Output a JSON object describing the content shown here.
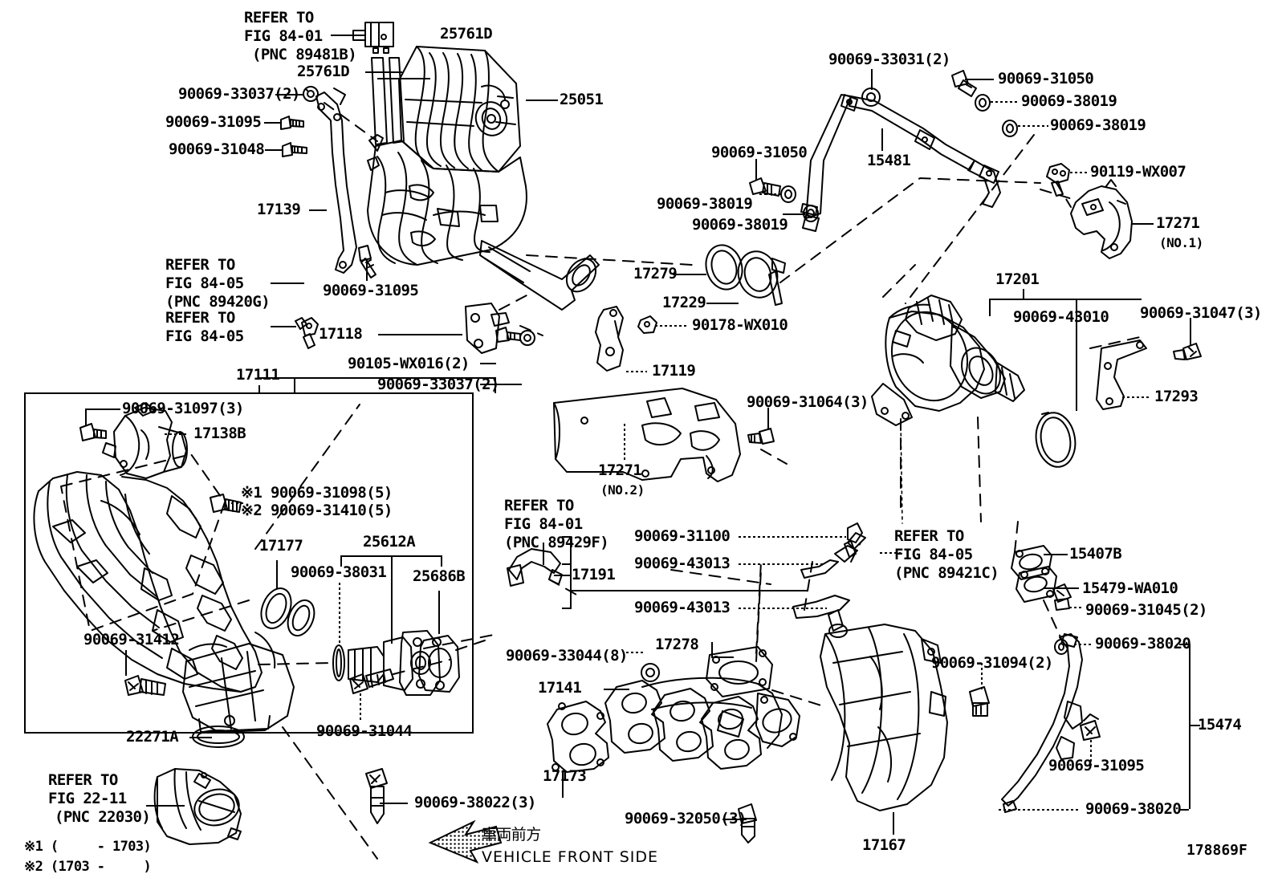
{
  "diagram": {
    "figure_number": "178869F",
    "front_arrow_jp": "車両前方",
    "front_arrow_en": "VEHICLE FRONT SIDE",
    "footnote_1": "※1 (     - 1703)",
    "footnote_2": "※2 (1703 -     )"
  },
  "refer_blocks": [
    {
      "id": "refer-84-01-a",
      "line1": "REFER TO",
      "line2": "FIG 84-01",
      "line3": "(PNC 89481B)"
    },
    {
      "id": "refer-84-05-a",
      "line1": "REFER TO",
      "line2": "FIG 84-05",
      "line3": "(PNC 89420G)"
    },
    {
      "id": "refer-84-05-b",
      "line1": "REFER TO",
      "line2": "FIG 84-05",
      "line3": ""
    },
    {
      "id": "refer-84-01-b",
      "line1": "REFER TO",
      "line2": "FIG 84-01",
      "line3": "(PNC 89429F)"
    },
    {
      "id": "refer-84-05-c",
      "line1": "REFER TO",
      "line2": "FIG 84-05",
      "line3": "(PNC 89421C)"
    },
    {
      "id": "refer-22-11",
      "line1": "REFER TO",
      "line2": "FIG 22-11",
      "line3": "(PNC 22030)"
    }
  ],
  "part_labels": {
    "p25761D_top": "25761D",
    "p25761D_left": "25761D",
    "p25051": "25051",
    "p90069_33037_top": "90069-33037(2)",
    "p90069_31095_left": "90069-31095",
    "p90069_31048": "90069-31048",
    "p17139": "17139",
    "p90069_31095_mid": "90069-31095",
    "p17111": "17111",
    "p17118": "17118",
    "p90105_WX016": "90105-WX016(2)",
    "p90069_33037_mid": "90069-33037(2)",
    "p17279": "17279",
    "p17229": "17229",
    "p90178_WX010": "90178-WX010",
    "p17119": "17119",
    "p17271_no2_a": "17271",
    "p17271_no2_b": "(NO.2)",
    "p90069_31064": "90069-31064(3)",
    "p90069_33031": "90069-33031(2)",
    "p90069_31050_left": "90069-31050",
    "p90069_38019_a": "90069-38019",
    "p90069_38019_b": "90069-38019",
    "p15481": "15481",
    "p90069_31050_right": "90069-31050",
    "p90069_38019_c": "90069-38019",
    "p90069_38019_d": "90069-38019",
    "p90119_WX007": "90119-WX007",
    "p17271_no1_a": "17271",
    "p17271_no1_b": "(NO.1)",
    "p17201": "17201",
    "p90069_43010": "90069-43010",
    "p90069_31047": "90069-31047(3)",
    "p17293": "17293",
    "p90069_31097": "90069-31097(3)",
    "p17138B": "17138B",
    "p90069_31098": "※1 90069-31098(5)",
    "p90069_31410": "※2 90069-31410(5)",
    "p17177": "17177",
    "p90069_38031": "90069-38031",
    "p25612A": "25612A",
    "p25686B": "25686B",
    "p90069_31412": "90069-31412",
    "p90069_31044": "90069-31044",
    "p22271A": "22271A",
    "p90069_38022": "90069-38022(3)",
    "p17191": "17191",
    "p90069_31100": "90069-31100",
    "p90069_43013_a": "90069-43013",
    "p90069_43013_b": "90069-43013",
    "p17278": "17278",
    "p90069_33044": "90069-33044(8)",
    "p17141": "17141",
    "p17173": "17173",
    "p90069_32050": "90069-32050(3)",
    "p17167": "17167",
    "p15407B": "15407B",
    "p15479_WA010": "15479-WA010",
    "p90069_31045": "90069-31045(2)",
    "p90069_38020_a": "90069-38020",
    "p90069_31094": "90069-31094(2)",
    "p90069_31095_right": "90069-31095",
    "p90069_38020_b": "90069-38020",
    "p15474": "15474"
  }
}
